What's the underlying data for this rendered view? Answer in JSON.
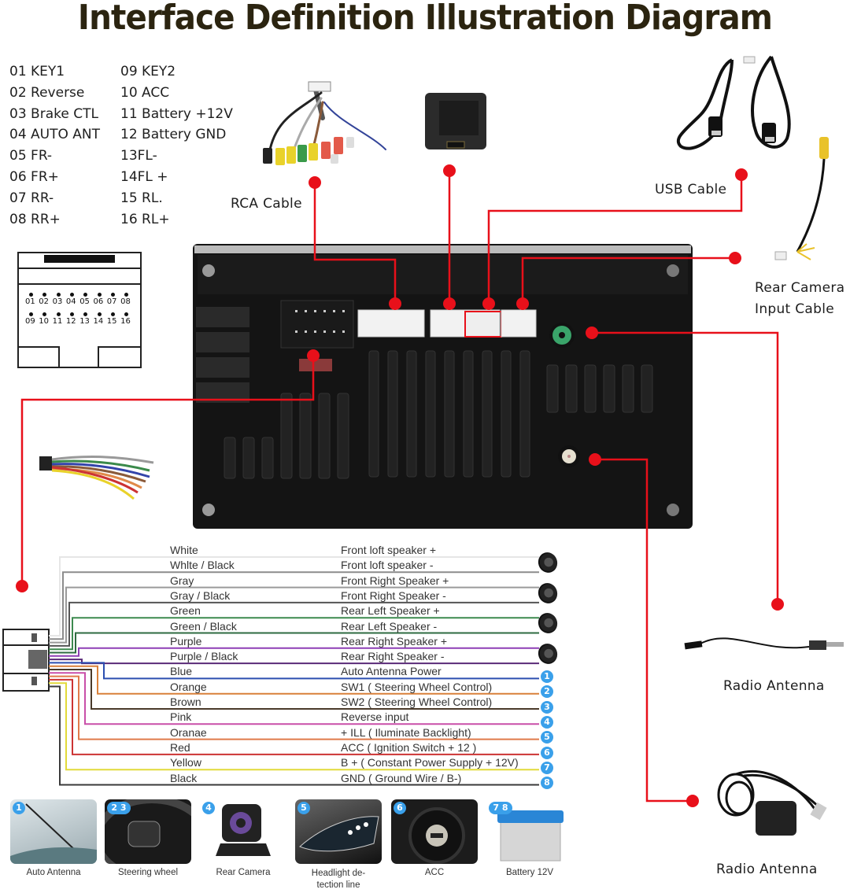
{
  "title": "Interface Definition Illustration Diagram",
  "pin_definitions": {
    "left_column": [
      "01 KEY1",
      "02 Reverse",
      "03 Brake CTL",
      "04 AUTO ANT",
      "05 FR-",
      "06 FR+",
      "07 RR-",
      "08 RR+"
    ],
    "right_column": [
      "09 KEY2",
      "10 ACC",
      "11 Battery +12V",
      "12 Battery GND",
      "13FL-",
      "14FL +",
      "15 RL.",
      "16 RL+"
    ]
  },
  "connector_diagram": {
    "top_row": [
      "01",
      "02",
      "03",
      "04",
      "05",
      "06",
      "07",
      "08"
    ],
    "bottom_row": [
      "09",
      "10",
      "11",
      "12",
      "13",
      "14",
      "15",
      "16"
    ]
  },
  "cable_labels": {
    "rca": "RCA Cable",
    "usb": "USB Cable",
    "rear_camera_line1": "Rear Camera",
    "rear_camera_line2": "Input Cable",
    "radio_antenna_1": "Radio Antenna",
    "radio_antenna_2": "Radio Antenna"
  },
  "wiring": [
    {
      "color_name": "White",
      "function": "Front loft speaker  +",
      "hex": "#e6e6e6"
    },
    {
      "color_name": "Whlte / Black",
      "function": "Front loft speaker  -",
      "hex": "#8c8c8c"
    },
    {
      "color_name": "Gray",
      "function": "Front Right Speaker +",
      "hex": "#9a9a9a"
    },
    {
      "color_name": "Gray / Black",
      "function": "Front Right Speaker -",
      "hex": "#555555"
    },
    {
      "color_name": "Green",
      "function": "Rear Left Speaker +",
      "hex": "#3d8a4f"
    },
    {
      "color_name": "Green / Black",
      "function": "Rear Left Speaker -",
      "hex": "#2e6b40"
    },
    {
      "color_name": "Purple",
      "function": "Rear Right Speaker +",
      "hex": "#8e3fb5"
    },
    {
      "color_name": "Purple / Black",
      "function": "Rear Right Speaker -",
      "hex": "#5a2a78"
    },
    {
      "color_name": "Blue",
      "function": "Auto Antenna Power",
      "hex": "#2c4fb0"
    },
    {
      "color_name": "Orange",
      "function": "SW1 ( Steering Wheel Control)",
      "hex": "#d9803a"
    },
    {
      "color_name": "Brown",
      "function": "SW2 ( Steering Wheel Control)",
      "hex": "#4a3a2a"
    },
    {
      "color_name": "Pink",
      "function": "Reverse input",
      "hex": "#c94fa8"
    },
    {
      "color_name": "Oranae",
      "function": "+ ILL ( Iluminate Backlight)",
      "hex": "#e07a4a"
    },
    {
      "color_name": "Red",
      "function": "ACC ( Ignition Switch + 12 )",
      "hex": "#cc3333"
    },
    {
      "color_name": "Yellow",
      "function": "B + ( Constant Power Supply + 12V)",
      "hex": "#e2da3a"
    },
    {
      "color_name": "Black",
      "function": "GND ( Ground Wire / B-)",
      "hex": "#3a3a3a"
    }
  ],
  "number_badges": [
    "1",
    "2",
    "3",
    "4",
    "5",
    "6",
    "7",
    "8"
  ],
  "accessories": [
    {
      "badge": "1",
      "caption": "Auto Antenna"
    },
    {
      "badge": "2 3",
      "caption": "Steering wheel"
    },
    {
      "badge": "4",
      "caption": "Rear Camera"
    },
    {
      "badge": "5",
      "caption": "Headlight de-\ntection line"
    },
    {
      "badge": "6",
      "caption": "ACC"
    },
    {
      "badge": "7 8",
      "caption": "Battery 12V"
    }
  ],
  "colors": {
    "callout_red": "#e8101a",
    "title_color": "#2b2410",
    "badge_blue": "#3aa0ea"
  }
}
